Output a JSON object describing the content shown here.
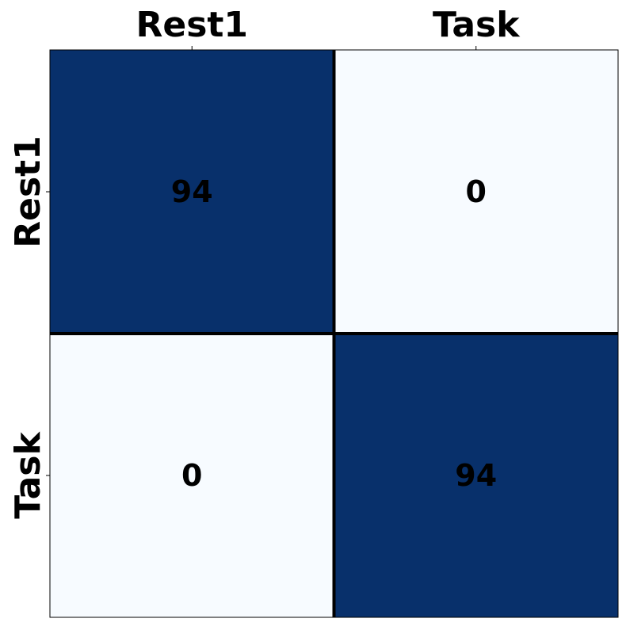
{
  "chart_data": {
    "type": "heatmap",
    "title": "",
    "xlabel": "",
    "ylabel": "",
    "x_categories": [
      "Rest1",
      "Task"
    ],
    "y_categories": [
      "Rest1",
      "Task"
    ],
    "values": [
      [
        94,
        0
      ],
      [
        0,
        94
      ]
    ],
    "colormap": {
      "low": "#f7fbff",
      "high": "#08306b"
    },
    "value_range": [
      0,
      94
    ],
    "x_tick_position": "top",
    "cell_border_color": "#000000",
    "text_color": "#000000",
    "legend": "none",
    "grid": false
  }
}
